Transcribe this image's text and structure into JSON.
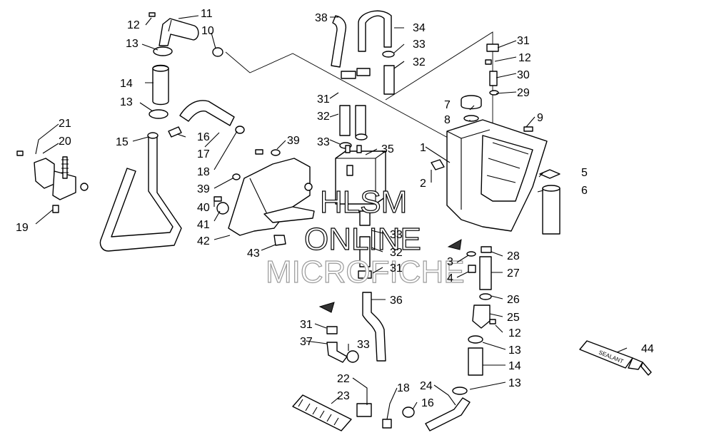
{
  "watermark": {
    "line1": "HLSM",
    "line2": "ONLINE",
    "line3": "MICROFICHE"
  },
  "sealant_label": "SEALANT",
  "callouts": [
    {
      "id": "c1",
      "label": "1"
    },
    {
      "id": "c2",
      "label": "2"
    },
    {
      "id": "c3",
      "label": "3"
    },
    {
      "id": "c4",
      "label": "4"
    },
    {
      "id": "c5",
      "label": "5"
    },
    {
      "id": "c6",
      "label": "6"
    },
    {
      "id": "c7",
      "label": "7"
    },
    {
      "id": "c8",
      "label": "8"
    },
    {
      "id": "c9",
      "label": "9"
    },
    {
      "id": "c10",
      "label": "10"
    },
    {
      "id": "c11",
      "label": "11"
    },
    {
      "id": "c12a",
      "label": "12"
    },
    {
      "id": "c12b",
      "label": "12"
    },
    {
      "id": "c12c",
      "label": "12"
    },
    {
      "id": "c13a",
      "label": "13"
    },
    {
      "id": "c13b",
      "label": "13"
    },
    {
      "id": "c13c",
      "label": "13"
    },
    {
      "id": "c13d",
      "label": "13"
    },
    {
      "id": "c14a",
      "label": "14"
    },
    {
      "id": "c14b",
      "label": "14"
    },
    {
      "id": "c15",
      "label": "15"
    },
    {
      "id": "c16a",
      "label": "16"
    },
    {
      "id": "c16b",
      "label": "16"
    },
    {
      "id": "c17",
      "label": "17"
    },
    {
      "id": "c18a",
      "label": "18"
    },
    {
      "id": "c18b",
      "label": "18"
    },
    {
      "id": "c19",
      "label": "19"
    },
    {
      "id": "c20",
      "label": "20"
    },
    {
      "id": "c21",
      "label": "21"
    },
    {
      "id": "c22",
      "label": "22"
    },
    {
      "id": "c23",
      "label": "23"
    },
    {
      "id": "c24",
      "label": "24"
    },
    {
      "id": "c25",
      "label": "25"
    },
    {
      "id": "c26",
      "label": "26"
    },
    {
      "id": "c27",
      "label": "27"
    },
    {
      "id": "c28",
      "label": "28"
    },
    {
      "id": "c29",
      "label": "29"
    },
    {
      "id": "c30",
      "label": "30"
    },
    {
      "id": "c31a",
      "label": "31"
    },
    {
      "id": "c31b",
      "label": "31"
    },
    {
      "id": "c31c",
      "label": "31"
    },
    {
      "id": "c31d",
      "label": "31"
    },
    {
      "id": "c32a",
      "label": "32"
    },
    {
      "id": "c32b",
      "label": "32"
    },
    {
      "id": "c32c",
      "label": "32"
    },
    {
      "id": "c33a",
      "label": "33"
    },
    {
      "id": "c33b",
      "label": "33"
    },
    {
      "id": "c33c",
      "label": "33"
    },
    {
      "id": "c33d",
      "label": "33"
    },
    {
      "id": "c34",
      "label": "34"
    },
    {
      "id": "c35",
      "label": "35"
    },
    {
      "id": "c36",
      "label": "36"
    },
    {
      "id": "c37",
      "label": "37"
    },
    {
      "id": "c38",
      "label": "38"
    },
    {
      "id": "c39a",
      "label": "39"
    },
    {
      "id": "c39b",
      "label": "39"
    },
    {
      "id": "c40",
      "label": "40"
    },
    {
      "id": "c41",
      "label": "41"
    },
    {
      "id": "c42",
      "label": "42"
    },
    {
      "id": "c43",
      "label": "43"
    },
    {
      "id": "c44",
      "label": "44"
    }
  ]
}
